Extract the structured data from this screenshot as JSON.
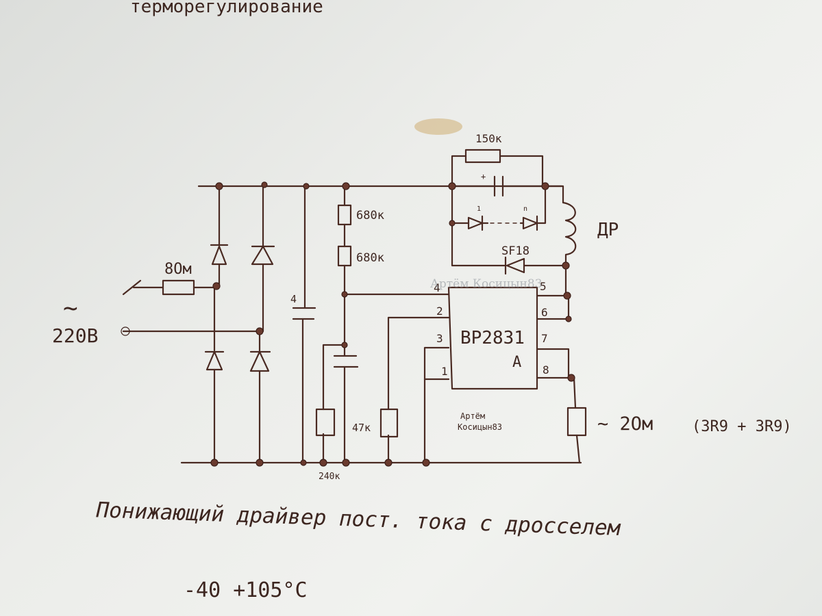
{
  "header_text": "терморегулирование",
  "watermark": "Артём Косицын83",
  "labels": {
    "r_top": "150к",
    "r680_1": "680к",
    "r680_2": "680к",
    "r_input": "8Ом",
    "cap_bulk": "4",
    "inductor": "ДР",
    "diode": "SF18",
    "r47": "47к",
    "r240": "240к",
    "r_sense": "~ 2Ом",
    "r_sense_note": "(3R9 + 3R9)",
    "voltage": "220В",
    "ac_symbol": "~",
    "cap_plus": "+",
    "led_first": "1",
    "led_last": "n",
    "ic_name": "BP2831",
    "ic_suffix": "A",
    "ic_sign_1": "Артём",
    "ic_sign_2": "Косицын83"
  },
  "ic_pins": {
    "p1": "1",
    "p2": "2",
    "p3": "3",
    "p4": "4",
    "p5": "5",
    "p6": "6",
    "p7": "7",
    "p8": "8"
  },
  "caption": "Понижающий драйвер пост. тока с дросселем",
  "temperature": "-40 +105°C"
}
